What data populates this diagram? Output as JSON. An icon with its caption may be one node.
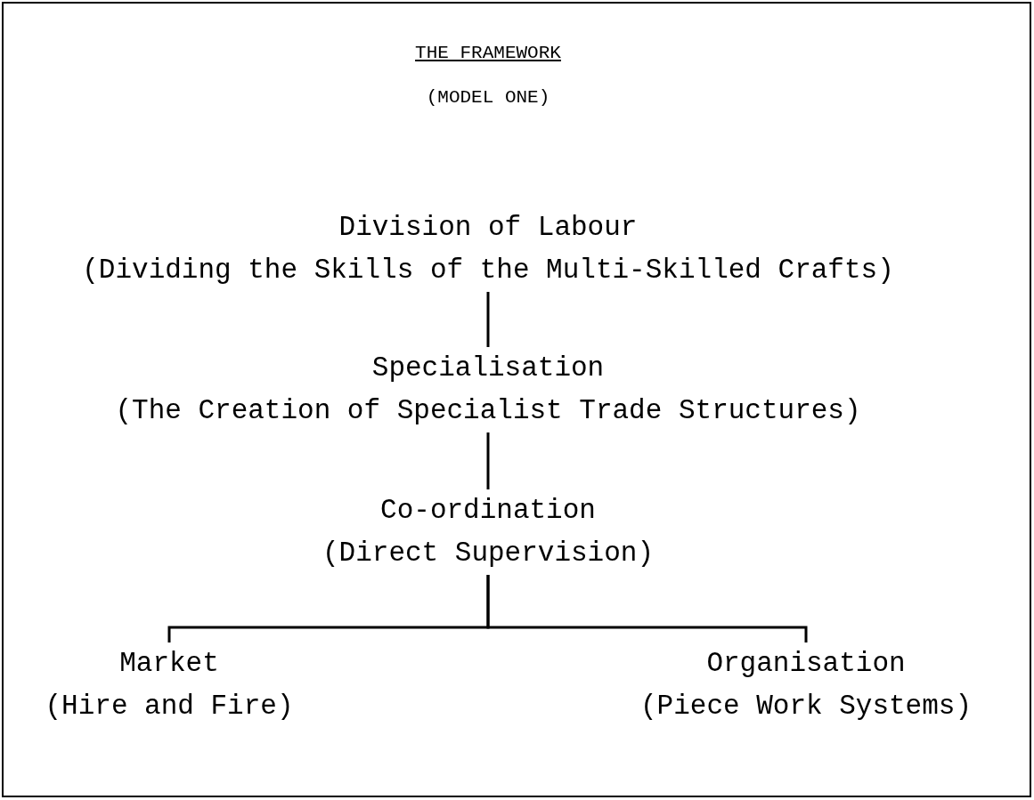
{
  "diagram": {
    "title": "THE FRAMEWORK",
    "labels": [
      "(MODEL ONE)"
    ],
    "nodes": [
      {
        "text": [
          "Division of Labour",
          "(Dividing the Skills of the Multi-Skilled Crafts)"
        ]
      },
      {
        "text": [
          "Specialisation",
          "(The Creation of Specialist Trade Structures)"
        ]
      },
      {
        "text": [
          "Co-ordination",
          "(Direct Supervision)"
        ]
      },
      {
        "text": [
          "Market",
          "(Hire and Fire)"
        ]
      },
      {
        "text": [
          "Organisation",
          "(Piece Work Systems)"
        ]
      }
    ],
    "edges": [
      {
        "from": 0,
        "to": 1,
        "arrow": "none"
      },
      {
        "from": 1,
        "to": 2,
        "arrow": "none"
      },
      {
        "from": 2,
        "to": 3,
        "arrow": "none"
      },
      {
        "from": 2,
        "to": 4,
        "arrow": "none"
      }
    ]
  }
}
